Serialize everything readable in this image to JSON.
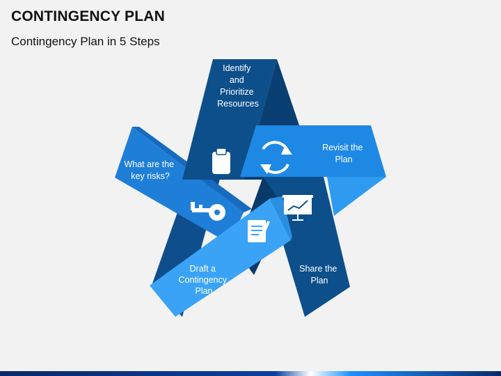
{
  "header": {
    "title": "CONTINGENCY PLAN",
    "subtitle": "Contingency Plan in 5 Steps"
  },
  "steps": [
    {
      "name": "identify",
      "lines": [
        "Identify",
        "and",
        "Prioritize",
        "Resources"
      ],
      "icon": "clipboard-icon"
    },
    {
      "name": "revisit",
      "lines": [
        "Revisit the",
        "Plan"
      ],
      "icon": "refresh-icon"
    },
    {
      "name": "share",
      "lines": [
        "Share the",
        "Plan"
      ],
      "icon": "presentation-chart-icon"
    },
    {
      "name": "draft",
      "lines": [
        "Draft a",
        "Contingency",
        "Plan"
      ],
      "icon": "document-pen-icon"
    },
    {
      "name": "risks",
      "lines": [
        "What are the",
        "key risks?"
      ],
      "icon": "key-icon"
    }
  ],
  "colors": {
    "dark_blue": "#0d4f8b",
    "mid_blue": "#1a73c9",
    "light_blue": "#2e9bf0",
    "pale_blue": "#45aaf7",
    "shadow_blue": "#0a3a69"
  }
}
